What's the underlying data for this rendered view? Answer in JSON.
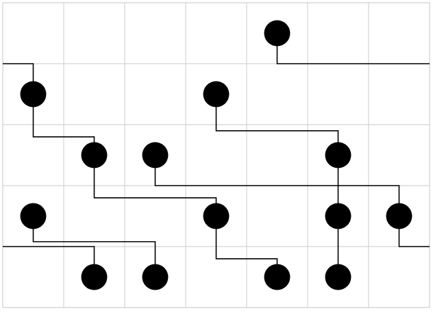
{
  "diagram": {
    "type": "grid-node-wiring",
    "grid": {
      "columns": 7,
      "rows": 5,
      "line_color": "#d4d4d4",
      "border_color": "#cfcfcf"
    },
    "style": {
      "node_color": "#000000",
      "wire_color": "#000000"
    },
    "nodes": [
      {
        "id": "n-r0c4",
        "col": 4,
        "row": 0
      },
      {
        "id": "n-r1c0",
        "col": 0,
        "row": 1
      },
      {
        "id": "n-r1c3",
        "col": 3,
        "row": 1
      },
      {
        "id": "n-r2c1",
        "col": 1,
        "row": 2
      },
      {
        "id": "n-r2c2",
        "col": 2,
        "row": 2
      },
      {
        "id": "n-r2c5",
        "col": 5,
        "row": 2
      },
      {
        "id": "n-r3c0",
        "col": 0,
        "row": 3
      },
      {
        "id": "n-r3c3",
        "col": 3,
        "row": 3
      },
      {
        "id": "n-r3c5",
        "col": 5,
        "row": 3
      },
      {
        "id": "n-r3c6",
        "col": 6,
        "row": 3
      },
      {
        "id": "n-r4c1",
        "col": 1,
        "row": 4
      },
      {
        "id": "n-r4c2",
        "col": 2,
        "row": 4
      },
      {
        "id": "n-r4c4",
        "col": 4,
        "row": 4
      },
      {
        "id": "n-r4c5",
        "col": 5,
        "row": 4
      }
    ],
    "wires": [
      {
        "id": "wire-top-right-exit",
        "points": [
          [
            4.5,
            0.5
          ],
          [
            4.5,
            1
          ],
          [
            7,
            1
          ]
        ]
      },
      {
        "id": "wire-left-entry-r1",
        "points": [
          [
            0,
            1
          ],
          [
            0.5,
            1
          ],
          [
            0.5,
            1.5
          ]
        ]
      },
      {
        "id": "wire-r1c0-to-r2c1",
        "points": [
          [
            0.5,
            1.5
          ],
          [
            0.5,
            2.2
          ],
          [
            1.5,
            2.2
          ],
          [
            1.5,
            2.5
          ]
        ]
      },
      {
        "id": "wire-r2c1-to-r3c3",
        "points": [
          [
            1.5,
            2.5
          ],
          [
            1.5,
            3.2
          ],
          [
            3.5,
            3.2
          ],
          [
            3.5,
            3.5
          ]
        ]
      },
      {
        "id": "wire-r1c3-to-r2c5",
        "points": [
          [
            3.5,
            1.5
          ],
          [
            3.5,
            2.1
          ],
          [
            5.5,
            2.1
          ],
          [
            5.5,
            2.5
          ]
        ]
      },
      {
        "id": "wire-r2c2-to-r3c6",
        "points": [
          [
            2.5,
            2.5
          ],
          [
            2.5,
            3
          ],
          [
            6.5,
            3
          ],
          [
            6.5,
            3.5
          ]
        ]
      },
      {
        "id": "wire-r3c6-right-exit",
        "points": [
          [
            6.5,
            3.5
          ],
          [
            6.5,
            4
          ],
          [
            7,
            4
          ]
        ]
      },
      {
        "id": "wire-col5-vertical",
        "points": [
          [
            5.5,
            2.5
          ],
          [
            5.5,
            4.5
          ]
        ]
      },
      {
        "id": "wire-r3c0-to-r4c2",
        "points": [
          [
            0.5,
            3.5
          ],
          [
            0.5,
            3.92
          ],
          [
            2.5,
            3.92
          ],
          [
            2.5,
            4.5
          ]
        ]
      },
      {
        "id": "wire-left-entry-r4c1",
        "points": [
          [
            0,
            4
          ],
          [
            1.5,
            4
          ],
          [
            1.5,
            4.5
          ]
        ]
      },
      {
        "id": "wire-r3c3-to-r4c4",
        "points": [
          [
            3.5,
            3.5
          ],
          [
            3.5,
            4.2
          ],
          [
            4.5,
            4.2
          ],
          [
            4.5,
            4.5
          ]
        ]
      }
    ]
  }
}
